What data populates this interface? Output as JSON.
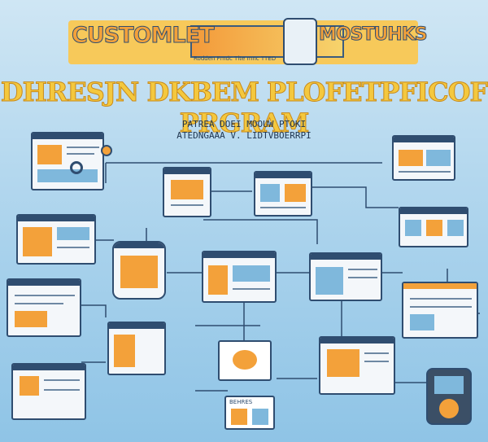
{
  "banner": {
    "title_left": "CUSTOMLET",
    "title_right": "MOSTUHKS",
    "subtitle": "Rodden Fmdc Tlte mnc TTED"
  },
  "heading": "DHRESJN DKBEM PLOFETPFICOF PRGRAM",
  "subheading": {
    "line1": "PATREA DOEI MOOUW PTOKI",
    "line2": "ATEDNGAAA V. LIDTVBOERRPI"
  },
  "card_label": "BEHRES",
  "colors": {
    "accent": "#f3a13a",
    "outline": "#2f4d70",
    "background": "#a9d2ec"
  }
}
